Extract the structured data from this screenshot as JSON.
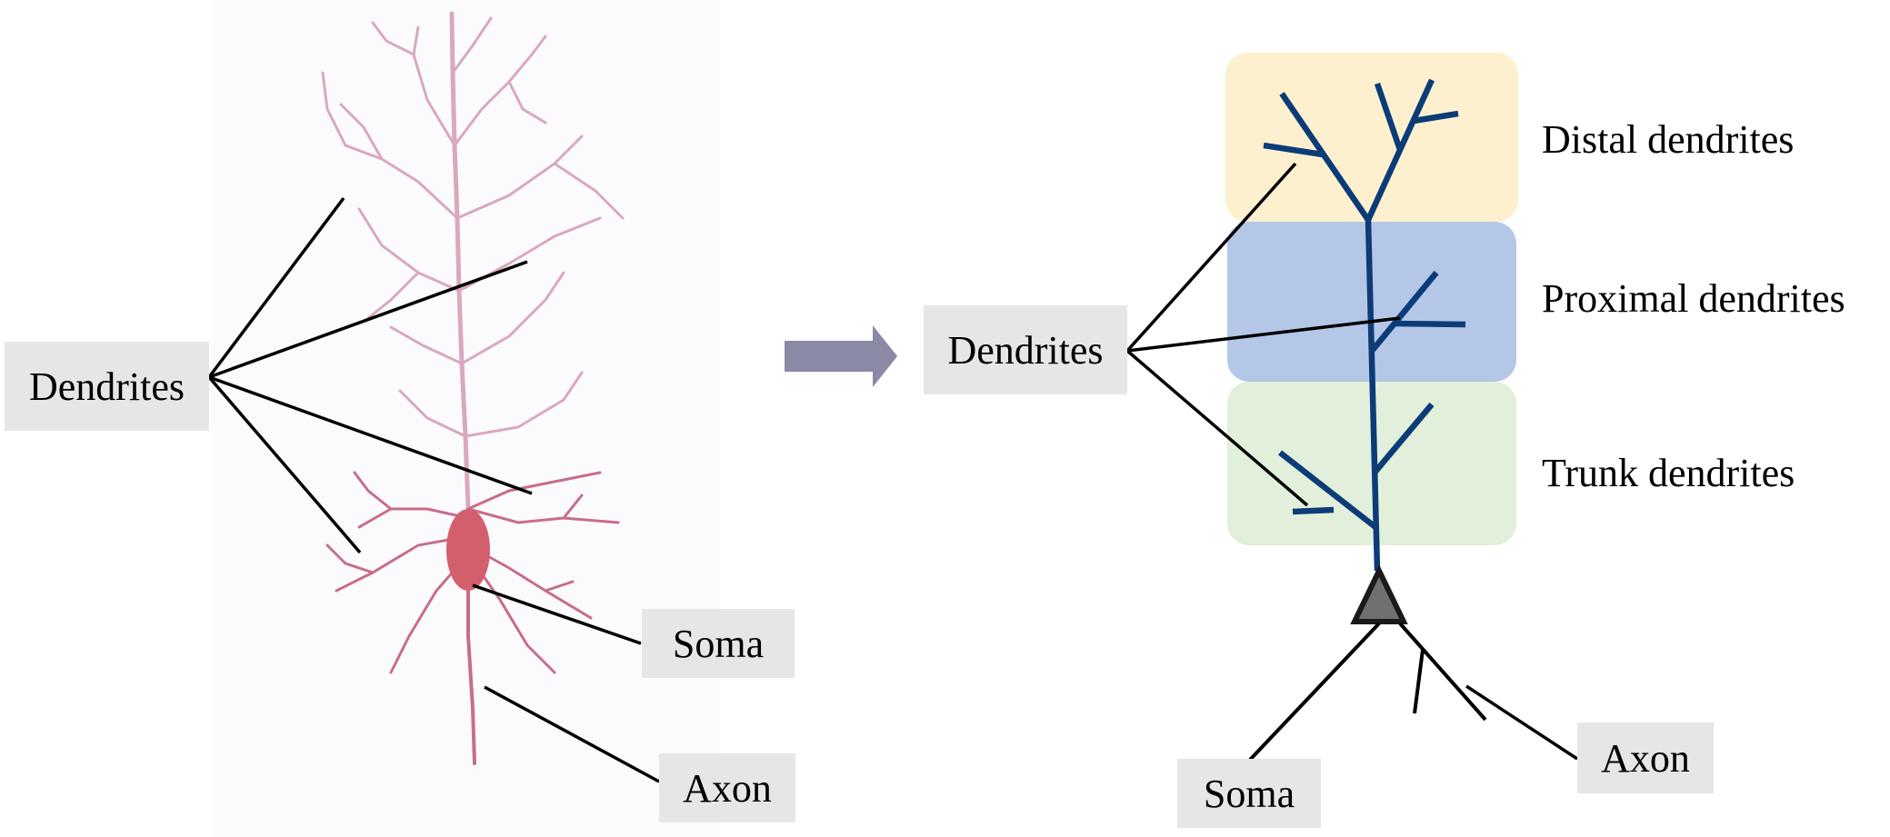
{
  "left_panel": {
    "labels": {
      "dendrites": "Dendrites",
      "soma": "Soma",
      "axon": "Axon"
    },
    "neuron_color": "#c2607a"
  },
  "right_panel": {
    "labels": {
      "dendrites": "Dendrites",
      "soma": "Soma",
      "axon": "Axon"
    },
    "zones": [
      {
        "label": "Distal dendrites",
        "color": "#fdf0cf"
      },
      {
        "label": "Proximal dendrites",
        "color": "#b4c7e7"
      },
      {
        "label": "Trunk dendrites",
        "color": "#e2efda"
      }
    ],
    "tree_color": "#0b3c78",
    "soma_color": "#707070"
  },
  "arrow_color": "#8a8aa6"
}
